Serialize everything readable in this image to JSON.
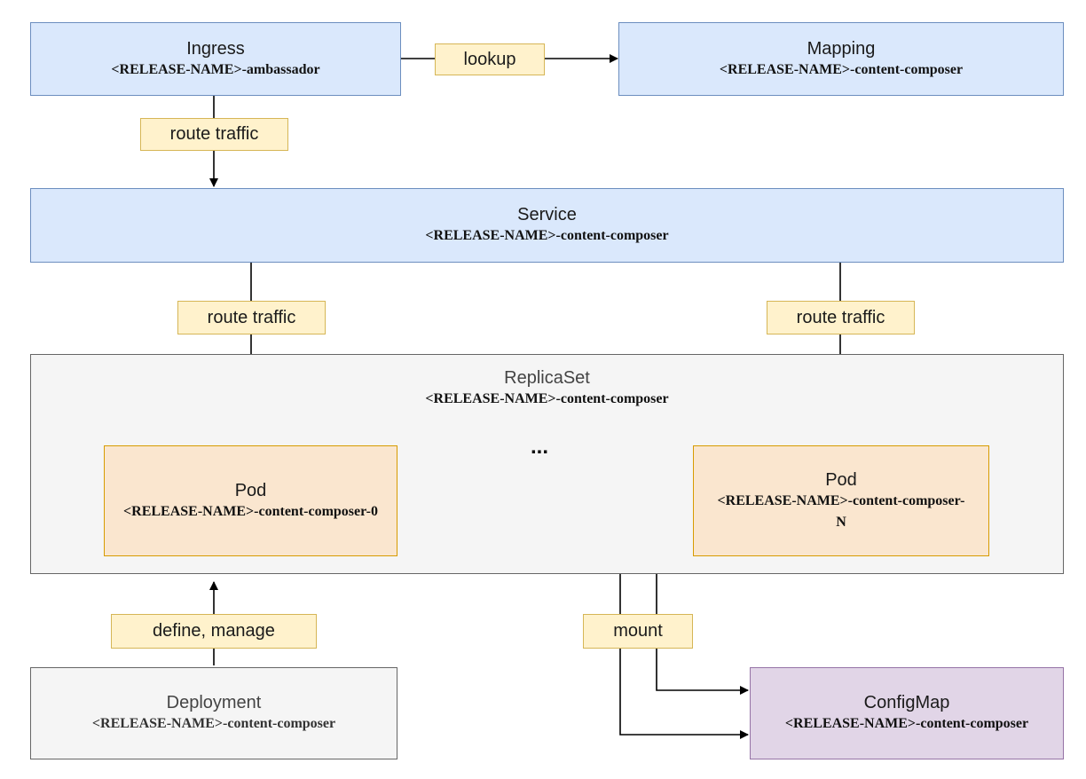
{
  "nodes": {
    "ingress": {
      "title": "Ingress",
      "subtitle": "<RELEASE-NAME>-ambassador"
    },
    "mapping": {
      "title": "Mapping",
      "subtitle": "<RELEASE-NAME>-content-composer"
    },
    "service": {
      "title": "Service",
      "subtitle": "<RELEASE-NAME>-content-composer"
    },
    "replicaset": {
      "title": "ReplicaSet",
      "subtitle": "<RELEASE-NAME>-content-composer"
    },
    "pod0": {
      "title": "Pod",
      "subtitle": "<RELEASE-NAME>-content-composer-0"
    },
    "podN": {
      "title": "Pod",
      "subtitle": "<RELEASE-NAME>-content-composer-N"
    },
    "deployment": {
      "title": "Deployment",
      "subtitle": "<RELEASE-NAME>-content-composer"
    },
    "configmap": {
      "title": "ConfigMap",
      "subtitle": "<RELEASE-NAME>-content-composer"
    }
  },
  "edges": {
    "lookup": "lookup",
    "route_ingress_service": "route traffic",
    "route_service_pod0": "route traffic",
    "route_service_podN": "route traffic",
    "define_manage": "define, manage",
    "mount": "mount"
  },
  "ellipsis": "...",
  "colors": {
    "blue_fill": "#dae8fc",
    "blue_stroke": "#6c8ebf",
    "orange_fill": "#fae6cf",
    "orange_stroke": "#d79b00",
    "gray_fill": "#f5f5f5",
    "gray_stroke": "#666666",
    "purple_fill": "#e1d5e7",
    "purple_stroke": "#9673a6",
    "label_fill": "#fff2cc",
    "label_stroke": "#d6b656"
  }
}
